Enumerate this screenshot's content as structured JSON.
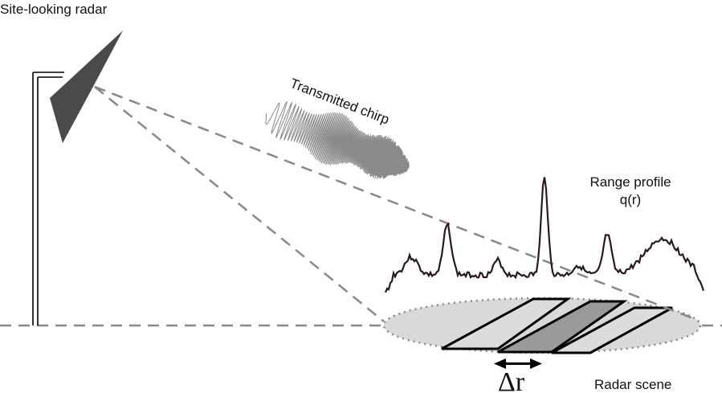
{
  "labels": {
    "radar": "Site-looking radar",
    "chirp": "Transmitted chirp",
    "profile_line1": "Range profile",
    "profile_line2": "q(r)",
    "delta_r": "Δr",
    "scene": "Radar scene"
  },
  "colors": {
    "panel": "#4a4a4a",
    "dash": "#888888",
    "chirp": "#8a8a8a",
    "profile": "#2a1a1a",
    "scene_fill": "#d9d9d9",
    "strip_light": "#dcdcdc",
    "strip_dark": "#9a9a9a"
  }
}
